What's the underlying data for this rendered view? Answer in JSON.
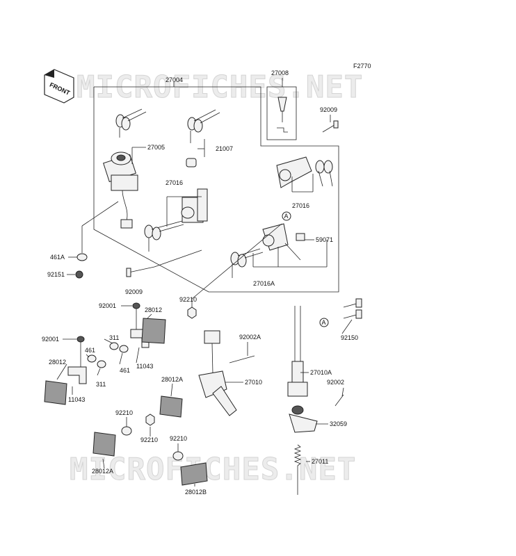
{
  "figure_code": "F2770",
  "watermark": "MICROFICHES.NET",
  "front_label": "FRONT",
  "callout_a": "A",
  "parts": [
    {
      "id": "p27008",
      "label": "27008"
    },
    {
      "id": "p27004",
      "label": "27004"
    },
    {
      "id": "p92009a",
      "label": "92009"
    },
    {
      "id": "p27005",
      "label": "27005"
    },
    {
      "id": "p21007",
      "label": "21007"
    },
    {
      "id": "p27016a",
      "label": "27016"
    },
    {
      "id": "p27016b",
      "label": "27016"
    },
    {
      "id": "p59071",
      "label": "59071"
    },
    {
      "id": "p461a",
      "label": "461A"
    },
    {
      "id": "p92151",
      "label": "92151"
    },
    {
      "id": "p27016A",
      "label": "27016A"
    },
    {
      "id": "p92009b",
      "label": "92009"
    },
    {
      "id": "p92210a",
      "label": "92210"
    },
    {
      "id": "p92001a",
      "label": "92001"
    },
    {
      "id": "p28012a",
      "label": "28012"
    },
    {
      "id": "p92001b",
      "label": "92001"
    },
    {
      "id": "p311a",
      "label": "311"
    },
    {
      "id": "p461b",
      "label": "461"
    },
    {
      "id": "p28012b",
      "label": "28012"
    },
    {
      "id": "p11043a",
      "label": "11043"
    },
    {
      "id": "p461c",
      "label": "461"
    },
    {
      "id": "p311b",
      "label": "311"
    },
    {
      "id": "p11043b",
      "label": "11043"
    },
    {
      "id": "p92002A",
      "label": "92002A"
    },
    {
      "id": "p92150",
      "label": "92150"
    },
    {
      "id": "p27010",
      "label": "27010"
    },
    {
      "id": "p27010A",
      "label": "27010A"
    },
    {
      "id": "p28012A1",
      "label": "28012A"
    },
    {
      "id": "p92002",
      "label": "92002"
    },
    {
      "id": "p92210b",
      "label": "92210"
    },
    {
      "id": "p92210c",
      "label": "92210"
    },
    {
      "id": "p32059",
      "label": "32059"
    },
    {
      "id": "p92210d",
      "label": "92210"
    },
    {
      "id": "p28012A2",
      "label": "28012A"
    },
    {
      "id": "p27011",
      "label": "27011"
    },
    {
      "id": "p28012B",
      "label": "28012B"
    }
  ]
}
